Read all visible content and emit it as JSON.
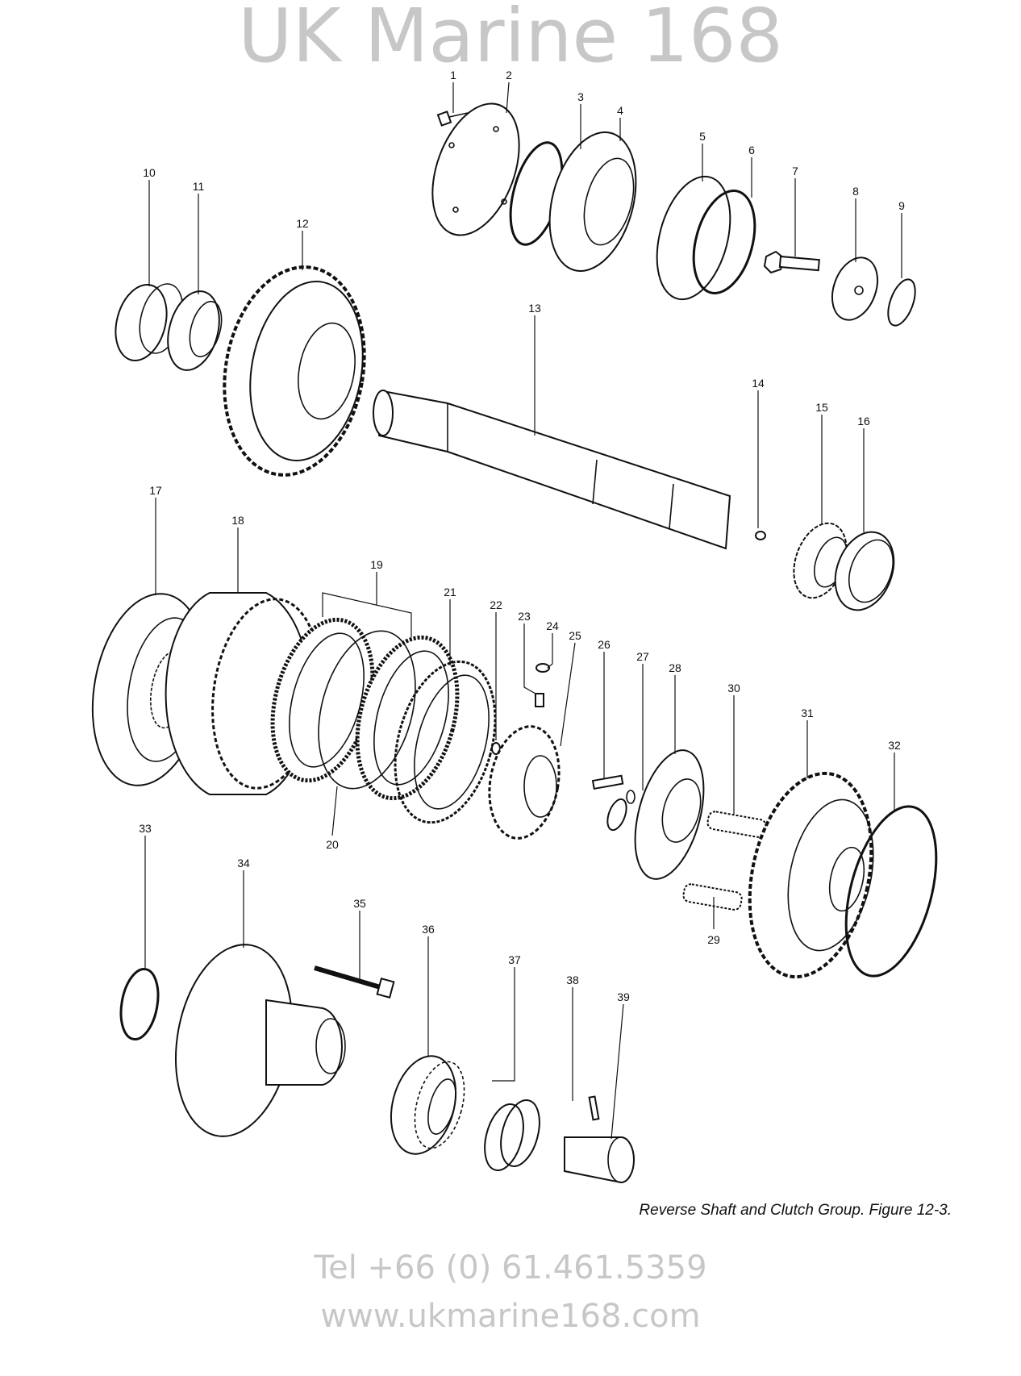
{
  "figure": {
    "caption": "Reverse Shaft and Clutch Group. Figure 12-3.",
    "callouts": [
      "1",
      "2",
      "3",
      "4",
      "5",
      "6",
      "7",
      "8",
      "9",
      "10",
      "11",
      "12",
      "13",
      "14",
      "15",
      "16",
      "17",
      "18",
      "19",
      "20",
      "21",
      "22",
      "23",
      "24",
      "25",
      "26",
      "27",
      "28",
      "29",
      "30",
      "31",
      "32",
      "33",
      "34",
      "35",
      "36",
      "37",
      "38",
      "39"
    ]
  },
  "watermark": {
    "brand": "UK Marine 168",
    "phone": "Tel +66 (0) 61.461.5359",
    "website": "www.ukmarine168.com"
  }
}
